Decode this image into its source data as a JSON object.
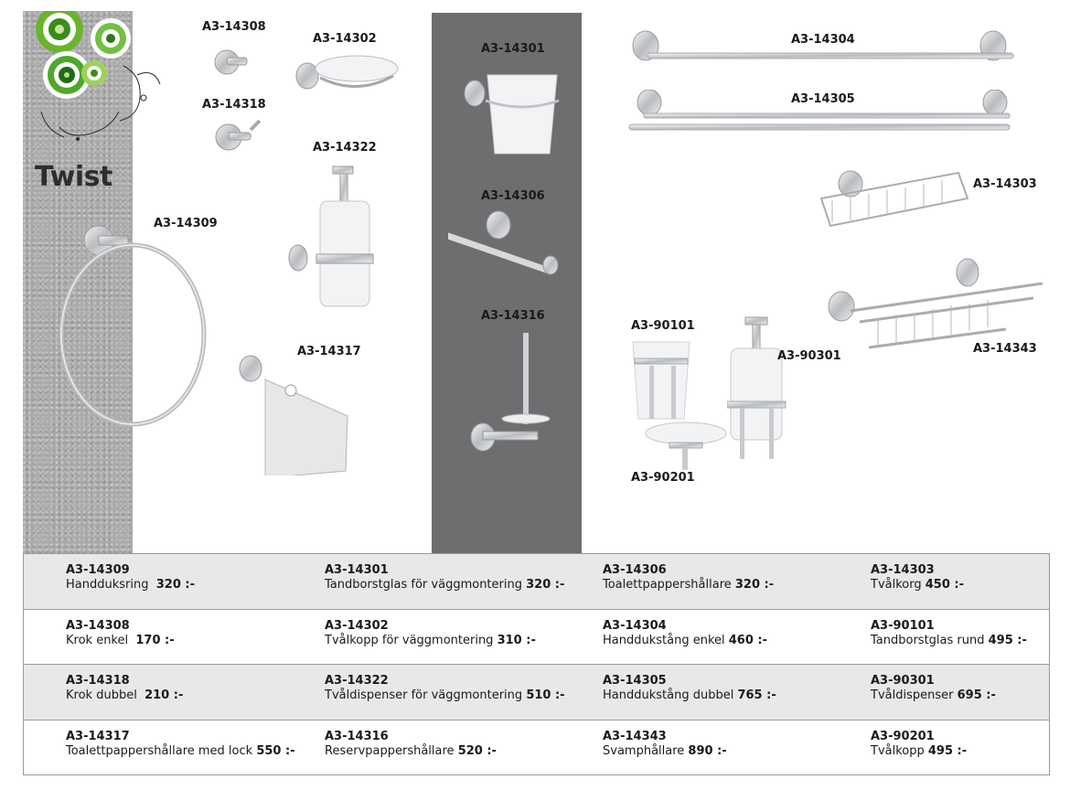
{
  "brand": "Twist",
  "labels": {
    "l14308": "A3-14308",
    "l14302": "A3-14302",
    "l14318": "A3-14318",
    "l14322": "A3-14322",
    "l14309": "A3-14309",
    "l14317": "A3-14317",
    "l14301": "A3-14301",
    "l14306": "A3-14306",
    "l14316": "A3-14316",
    "l14304": "A3-14304",
    "l14305": "A3-14305",
    "l14303": "A3-14303",
    "l14343": "A3-14343",
    "l90101": "A3-90101",
    "l90301": "A3-90301",
    "l90201": "A3-90201"
  },
  "table": {
    "rows": [
      [
        {
          "code": "A3-14309",
          "name": "Handduksring",
          "price": "320 :-"
        },
        {
          "code": "A3-14301",
          "name": "Tandborstglas för väggmontering",
          "price": "320 :-"
        },
        {
          "code": "A3-14306",
          "name": "Toalettpappershållare",
          "price": "320 :-"
        },
        {
          "code": "A3-14303",
          "name": "Tvålkorg",
          "price": "450 :-"
        }
      ],
      [
        {
          "code": "A3-14308",
          "name": "Krok enkel",
          "price": "170 :-"
        },
        {
          "code": "A3-14302",
          "name": "Tvålkopp för väggmontering",
          "price": "310 :-"
        },
        {
          "code": "A3-14304",
          "name": "Handdukstång enkel",
          "price": "460 :-"
        },
        {
          "code": "A3-90101",
          "name": "Tandborstglas rund",
          "price": "495 :-"
        }
      ],
      [
        {
          "code": "A3-14318",
          "name": "Krok dubbel",
          "price": "210 :-"
        },
        {
          "code": "A3-14322",
          "name": "Tvåldispenser för väggmontering",
          "price": "510 :-"
        },
        {
          "code": "A3-14305",
          "name": "Handdukstång dubbel",
          "price": "765 :-"
        },
        {
          "code": "A3-90301",
          "name": "Tvåldispenser",
          "price": "695 :-"
        }
      ],
      [
        {
          "code": "A3-14317",
          "name": "Toalettpappershållare med lock",
          "price": "550 :-"
        },
        {
          "code": "A3-14316",
          "name": "Reservpappershållare",
          "price": "520 :-"
        },
        {
          "code": "A3-14343",
          "name": "Svamphållare",
          "price": "890 :-"
        },
        {
          "code": "A3-90201",
          "name": "Tvålkopp",
          "price": "495 :-"
        }
      ]
    ]
  }
}
